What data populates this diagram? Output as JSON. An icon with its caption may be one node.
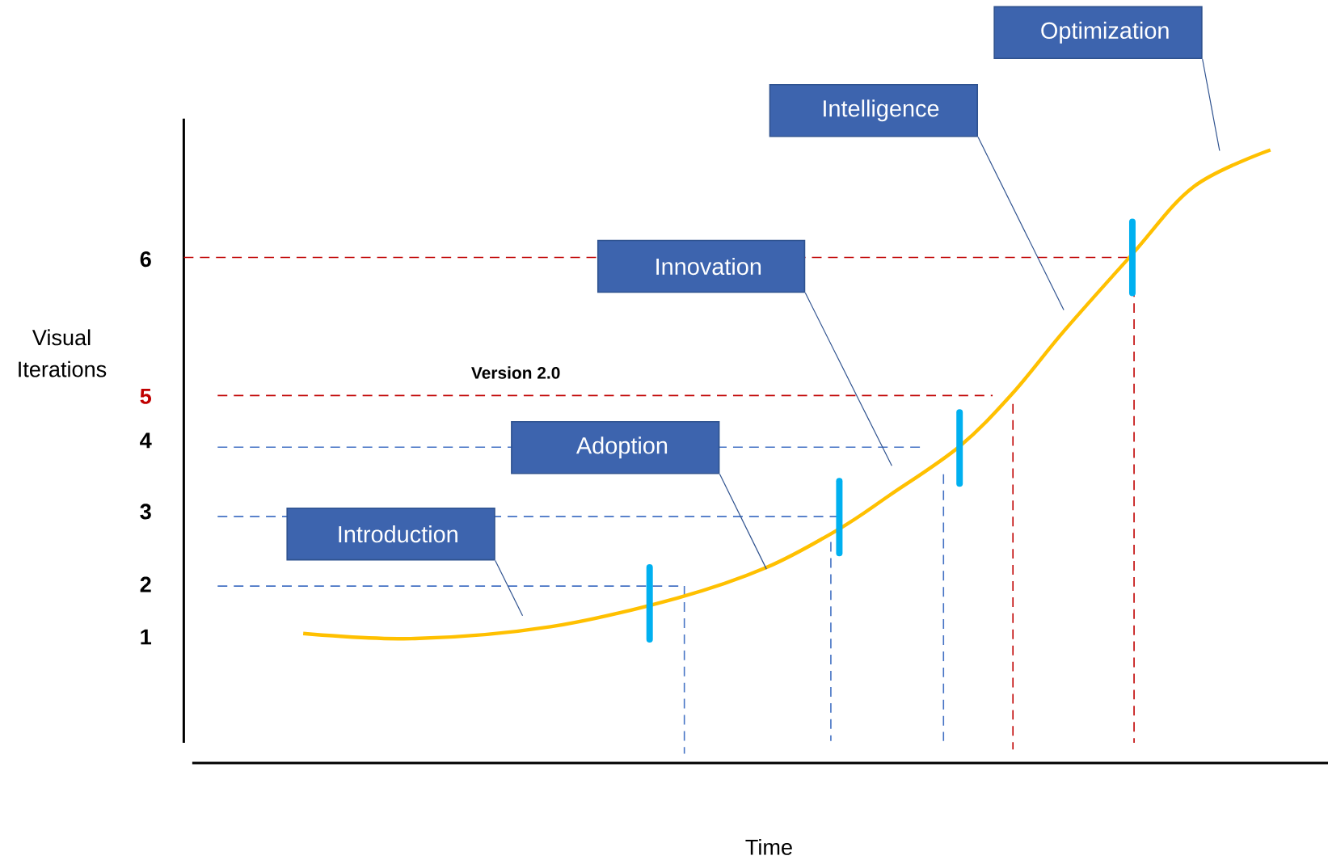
{
  "diagram": {
    "nodes": [
      {
        "text": [
          "Introduction"
        ]
      },
      {
        "text": [
          "Adoption"
        ]
      },
      {
        "text": [
          "Innovation"
        ]
      },
      {
        "text": [
          "Intelligence"
        ]
      },
      {
        "text": [
          "Optimization"
        ]
      }
    ],
    "edges": [
      {
        "from": 0,
        "to": null,
        "arrow": "none"
      },
      {
        "from": 1,
        "to": null,
        "arrow": "none"
      },
      {
        "from": 2,
        "to": null,
        "arrow": "none"
      },
      {
        "from": 3,
        "to": null,
        "arrow": "none"
      },
      {
        "from": 4,
        "to": null,
        "arrow": "none"
      }
    ],
    "labels": [
      "Visual Iterations",
      "6",
      "Version 2.0",
      "5",
      "4",
      "3",
      "2",
      "1",
      "Time"
    ]
  }
}
